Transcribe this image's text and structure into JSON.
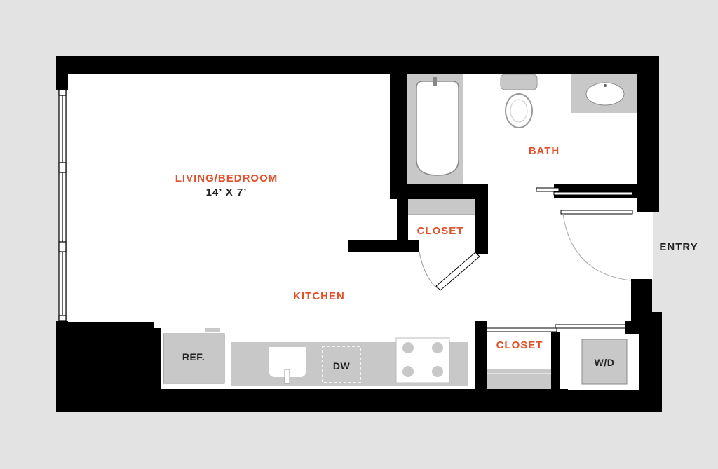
{
  "colors": {
    "background": "#e3e3e3",
    "wall": "#000000",
    "floor": "#ffffff",
    "fixture": "#c8c8c8",
    "room_label": "#e0512b",
    "text": "#222222"
  },
  "rooms": {
    "living": {
      "name": "LIVING/BEDROOM",
      "dimensions": "14’ X 7’"
    },
    "kitchen": {
      "name": "KITCHEN"
    },
    "bath": {
      "name": "BATH"
    },
    "closet_upper": {
      "name": "CLOSET"
    },
    "closet_lower": {
      "name": "CLOSET"
    }
  },
  "fixtures": {
    "fridge": "REF.",
    "dishwasher": "DW",
    "washer_dryer": "W/D"
  },
  "entry_label": "ENTRY"
}
